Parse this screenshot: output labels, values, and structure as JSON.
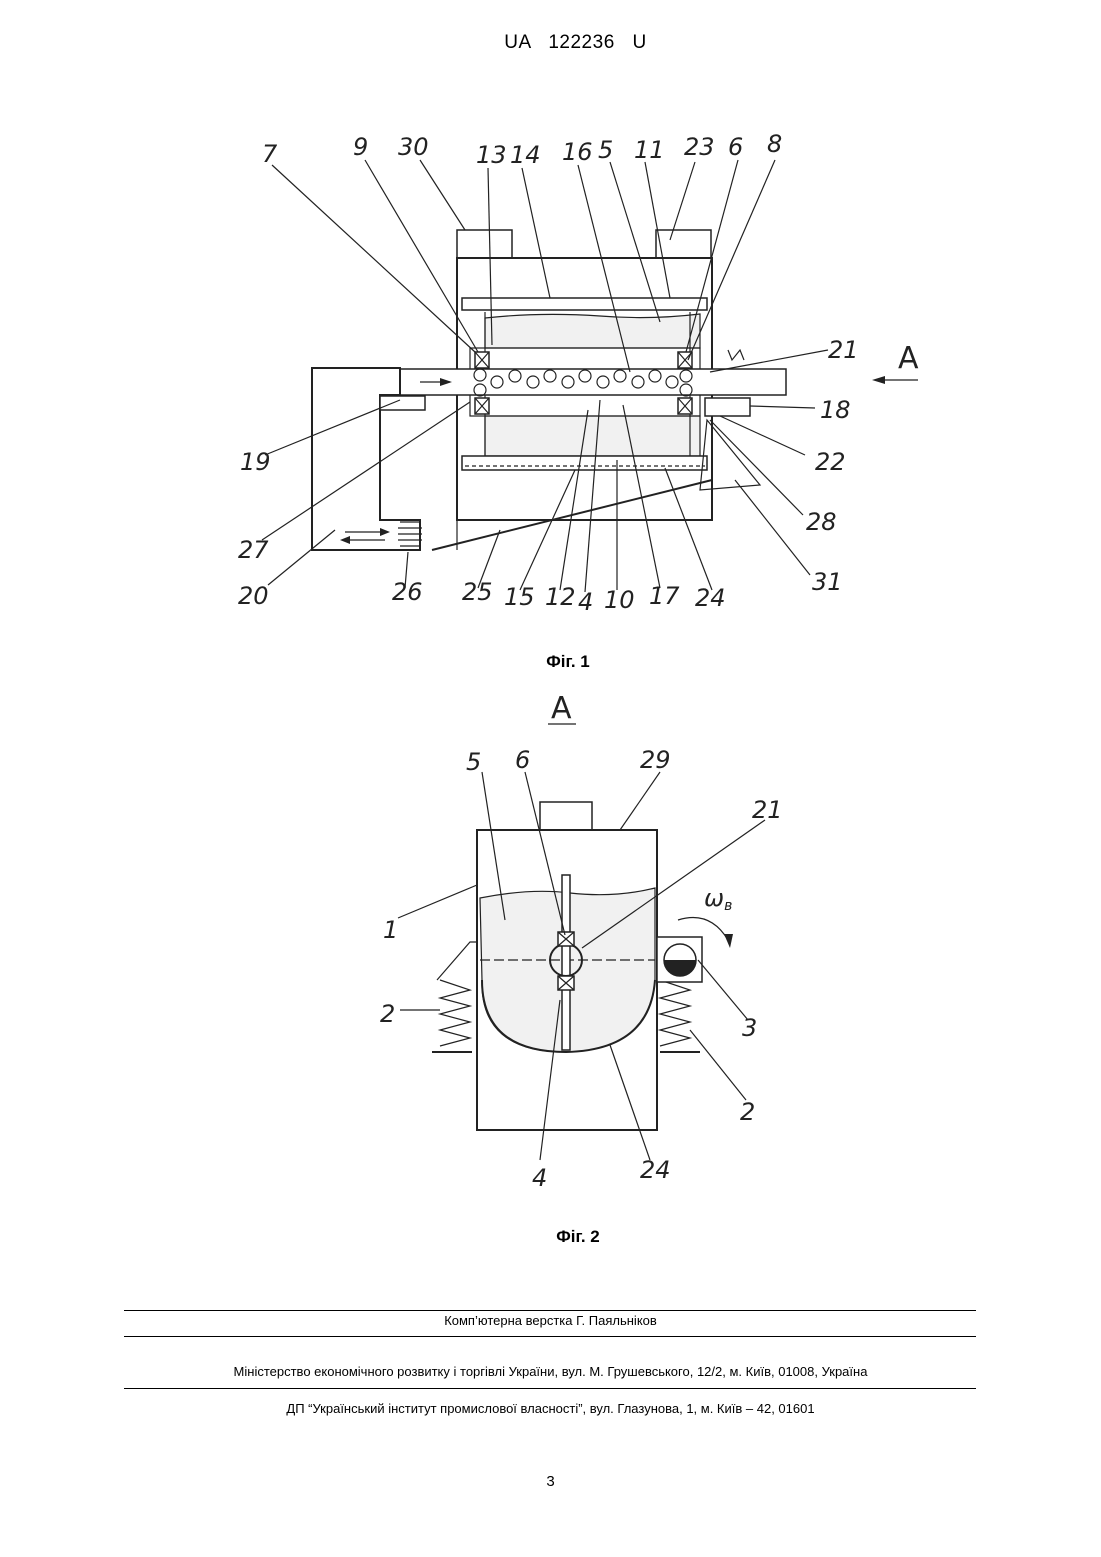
{
  "header": {
    "patent_number": "UA 122236 U"
  },
  "figure1": {
    "caption": "Фіг. 1",
    "view_marker": "A",
    "labels": [
      "7",
      "9",
      "30",
      "13",
      "14",
      "16",
      "5",
      "11",
      "23",
      "6",
      "8",
      "21",
      "18",
      "22",
      "28",
      "31",
      "24",
      "17",
      "10",
      "4",
      "12",
      "15",
      "25",
      "26",
      "20",
      "27",
      "19"
    ]
  },
  "figure2": {
    "caption": "Фіг. 2",
    "view_title": "A",
    "labels": [
      "5",
      "6",
      "29",
      "21",
      "1",
      "2",
      "3",
      "2",
      "4",
      "24"
    ],
    "omega_label": "ω",
    "omega_sub": "в"
  },
  "footer": {
    "typesetter": "Комп’ютерна верстка Г. Паяльніков",
    "ministry": "Міністерство економічного розвитку і торгівлі України, вул. М. Грушевського, 12/2, м. Київ, 01008, Україна",
    "institute": "ДП “Український інститут промислової власності”, вул. Глазунова, 1, м. Київ – 42, 01601",
    "page_number": "3"
  }
}
